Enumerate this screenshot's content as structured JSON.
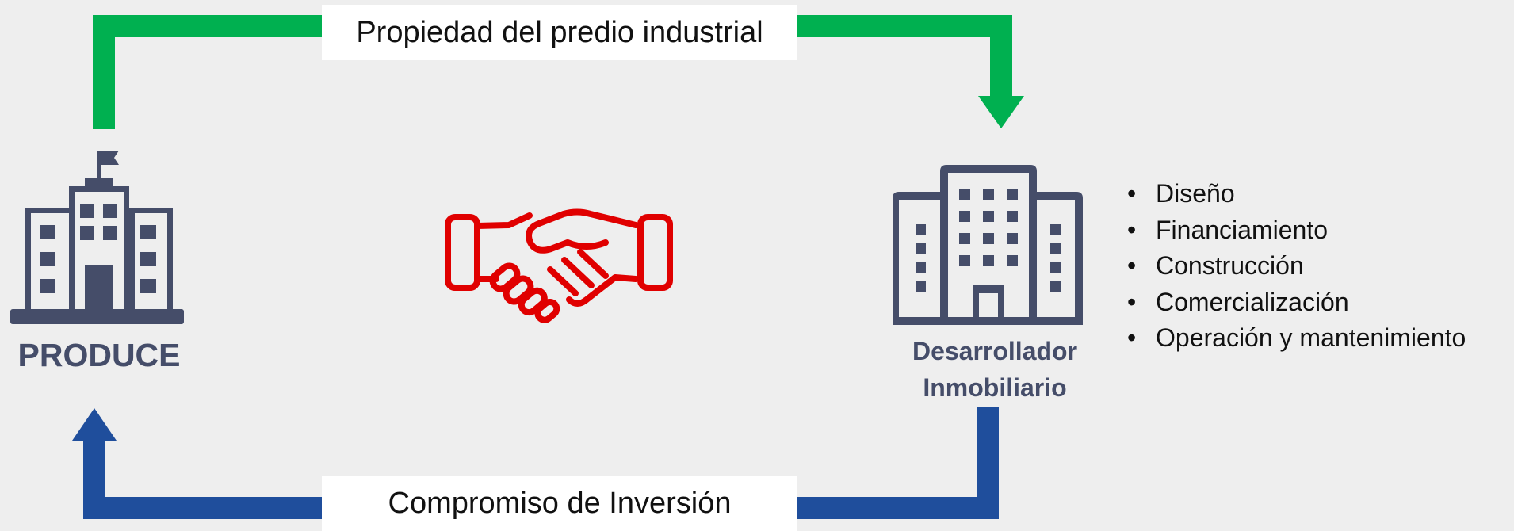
{
  "flows": {
    "top_label": "Propiedad del predio industrial",
    "bottom_label": "Compromiso de Inversión"
  },
  "entities": {
    "produce": {
      "name": "PRODUCE"
    },
    "developer": {
      "name_line1": "Desarrollador",
      "name_line2": "Inmobiliario"
    }
  },
  "services": [
    "Diseño",
    "Financiamiento",
    "Construcción",
    "Comercialización",
    "Operación y mantenimiento"
  ],
  "colors": {
    "background": "#eeeeee",
    "top_arrow": "#00b050",
    "bottom_arrow": "#1f4e9c",
    "building": "#454d69",
    "handshake": "#e00000"
  },
  "icons": {
    "left_building": "government-building-icon",
    "right_building": "office-building-icon",
    "center": "handshake-icon"
  }
}
